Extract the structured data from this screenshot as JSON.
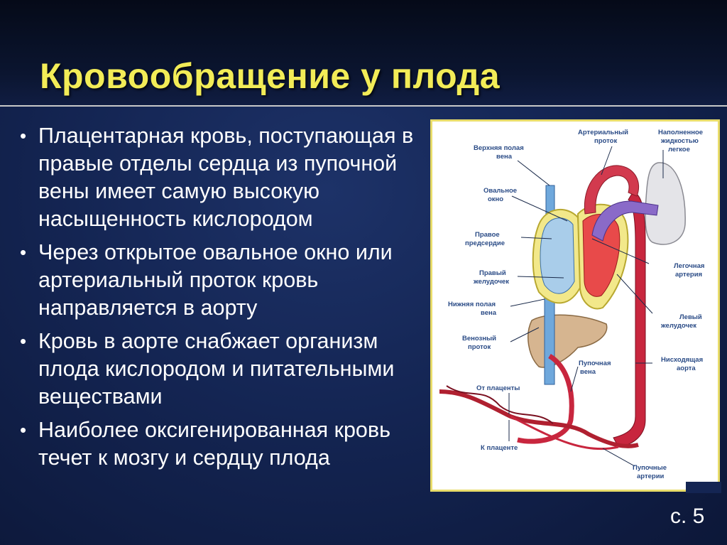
{
  "slide": {
    "title": "Кровообращение у плода",
    "page_number": "с. 5"
  },
  "bullets": [
    "Плацентарная кровь, поступающая в правые отделы сердца из пупочной вены имеет самую высокую насыщенность кислородом",
    "Через открытое овальное окно или артериальный проток кровь направляется в аорту",
    "Кровь в аорте снабжает организм плода кислородом и питательными веществами",
    "Наиболее оксигенированная кровь течет к мозгу и сердцу плода"
  ],
  "figure": {
    "labels": {
      "arterial_duct": [
        "Артериальный",
        "проток"
      ],
      "filled_lung": [
        "Наполненное",
        "жидкостью",
        "легкое"
      ],
      "svc": [
        "Верхняя полая",
        "вена"
      ],
      "oval_window": [
        "Овальное",
        "окно"
      ],
      "right_atrium": [
        "Правое",
        "предсердие"
      ],
      "right_ventricle": [
        "Правый",
        "желудочек"
      ],
      "pulmonary_artery": [
        "Легочная",
        "артерия"
      ],
      "ivc": [
        "Нижняя полая",
        "вена"
      ],
      "left_ventricle": [
        "Левый",
        "желудочек"
      ],
      "venous_duct": [
        "Венозный",
        "проток"
      ],
      "umbilical_vein": [
        "Пупочная",
        "вена"
      ],
      "desc_aorta": [
        "Нисходящая",
        "аорта"
      ],
      "from_placenta": [
        "От плаценты"
      ],
      "to_placenta": [
        "К плаценте"
      ],
      "umbilical_arteries": [
        "Пупочные",
        "артерии"
      ]
    }
  }
}
